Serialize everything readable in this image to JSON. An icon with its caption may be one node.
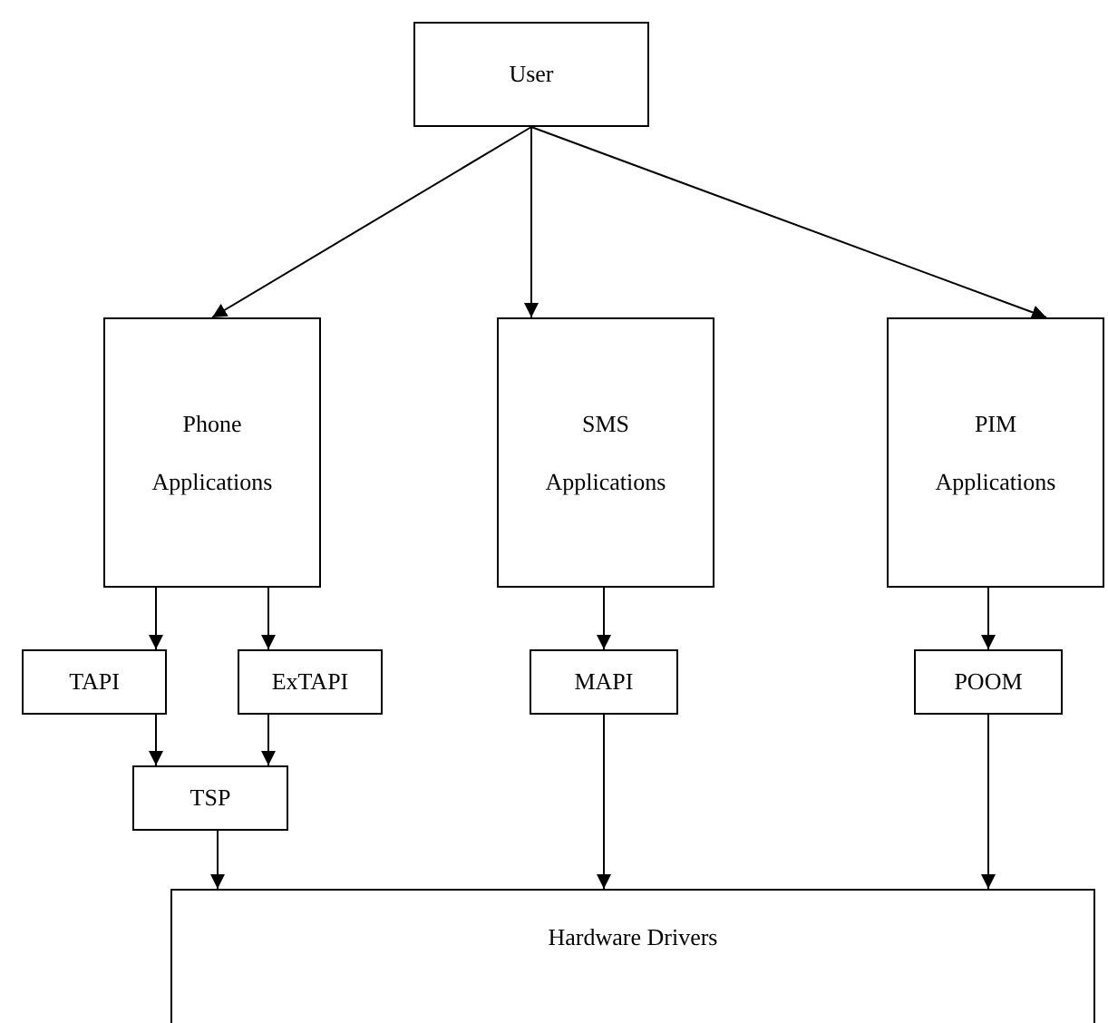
{
  "diagram": {
    "nodes": [
      {
        "text": [
          "User"
        ]
      },
      {
        "text": [
          "Phone Applications"
        ]
      },
      {
        "text": [
          "SMS Applications"
        ]
      },
      {
        "text": [
          "PIM Applications"
        ]
      },
      {
        "text": [
          "TAPI"
        ]
      },
      {
        "text": [
          "ExTAPI"
        ]
      },
      {
        "text": [
          "MAPI"
        ]
      },
      {
        "text": [
          "POOM"
        ]
      },
      {
        "text": [
          "TSP"
        ]
      },
      {
        "text": [
          "Hardware Drivers"
        ]
      }
    ],
    "edges": [
      {
        "from": 0,
        "to": 1,
        "arrow": "to"
      },
      {
        "from": 0,
        "to": 2,
        "arrow": "to"
      },
      {
        "from": 0,
        "to": 3,
        "arrow": "to"
      },
      {
        "from": 1,
        "to": 4,
        "arrow": "to"
      },
      {
        "from": 1,
        "to": 5,
        "arrow": "to"
      },
      {
        "from": 2,
        "to": 6,
        "arrow": "to"
      },
      {
        "from": 3,
        "to": 7,
        "arrow": "to"
      },
      {
        "from": 4,
        "to": 8,
        "arrow": "to"
      },
      {
        "from": 5,
        "to": 8,
        "arrow": "to"
      },
      {
        "from": 8,
        "to": 9,
        "arrow": "to"
      },
      {
        "from": 6,
        "to": 9,
        "arrow": "to"
      },
      {
        "from": 7,
        "to": 9,
        "arrow": "to"
      }
    ]
  }
}
